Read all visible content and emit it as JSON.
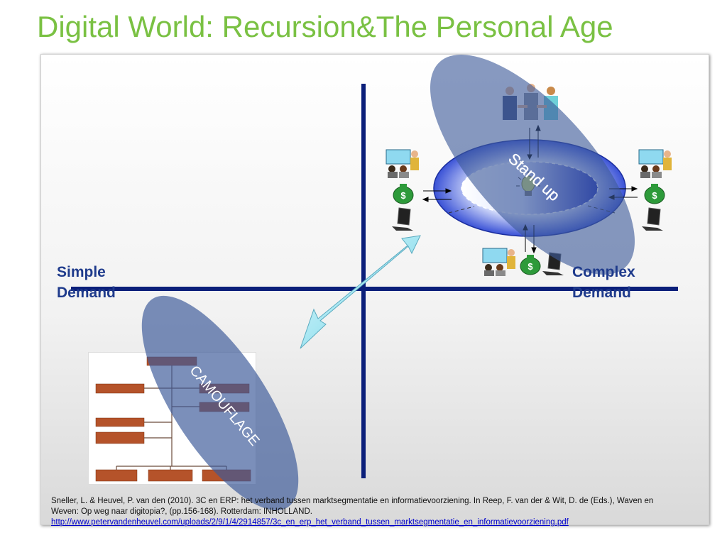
{
  "title": "Digital World: Recursion&The Personal Age",
  "axes": {
    "left_label": "Simple\nDemand",
    "right_label": "Complex\nDemand"
  },
  "overlays": {
    "top_oval_text": "Stand up",
    "bottom_oval_text": "CAMOUFLAGE"
  },
  "icons": [
    "people-handshake-icon",
    "presenter-icon",
    "money-bag-icon",
    "laptop-icon",
    "lightbulb-icon",
    "double-arrow-icon"
  ],
  "colors": {
    "title": "#7ac143",
    "axis": "#0b1f7a",
    "axis_label": "#1f3b8c",
    "oval_overlay": "#3d5a99",
    "org_box": "#b5532a"
  },
  "reference": {
    "text": "Sneller, L. & Heuvel, P. van den (2010). 3C en ERP: het verband tussen marktsegmentatie en informatievoorziening. In Reep, F. van der & Wit, D. de (Eds.), Waven en Weven: Op weg naar digitopia?, (pp.156-168). Rotterdam: INHOLLAND.",
    "link": "http://www.petervandenheuvel.com/uploads/2/9/1/4/2914857/3c_en_erp_het_verband_tussen_marktsegmentatie_en_informatievoorziening.pdf"
  }
}
